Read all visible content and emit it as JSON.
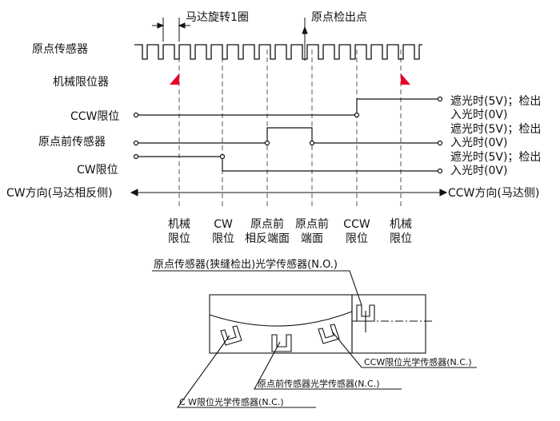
{
  "timing": {
    "top_labels": {
      "motor_turn": "马达旋转1圈",
      "origin_point": "原点检出点"
    },
    "rows": {
      "origin_sensor": "原点传感器",
      "mech_limit": "机械限位器",
      "ccw_limit": "CCW限位",
      "front_origin": "原点前传感器",
      "cw_limit": "CW限位"
    },
    "right_notes": [
      {
        "line1": "遮光时(5V)；检出",
        "line2": "入光时(0V)"
      },
      {
        "line1": "遮光时(5V)；检出",
        "line2": "入光时(0V)"
      },
      {
        "line1": "遮光时(5V)；检出",
        "line2": "入光时(0V)"
      }
    ],
    "direction": {
      "left": "CW方向(马达相反侧)",
      "right": "CCW方向(马达侧)"
    },
    "columns": [
      {
        "line1": "机械",
        "line2": "限位"
      },
      {
        "line1": "CW",
        "line2": "限位"
      },
      {
        "line1": "原点前",
        "line2": "相反端面"
      },
      {
        "line1": "原点前",
        "line2": "端面"
      },
      {
        "line1": "CCW",
        "line2": "限位"
      },
      {
        "line1": "机械",
        "line2": "限位"
      }
    ]
  },
  "device": {
    "origin_sensor_label": "原点传感器(狭缝检出)光学传感器(N.O.)",
    "ccw_sensor_label": "CCW限位光学传感器(N.C.)",
    "front_sensor_label": "原点前传感器光学传感器(N.C.)",
    "cw_sensor_label": "C W限位光学传感器(N.C.)"
  },
  "colors": {
    "line": "#111111",
    "guide": "#555555",
    "flag": "#e8002a"
  }
}
